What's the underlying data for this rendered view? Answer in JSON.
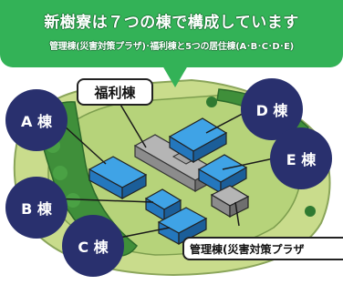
{
  "header": {
    "title": "新樹寮は７つの棟で構成しています",
    "subtitle": "管理棟(災害対策プラザ)･福利棟と5つの居住棟(A･B･C･D･E)"
  },
  "buildings": {
    "a": "A 棟",
    "b": "B 棟",
    "c": "C 棟",
    "d": "D 棟",
    "e": "E 棟",
    "fukuri": "福利棟",
    "kanri": "管理棟(災害対策プラザ"
  },
  "colors": {
    "banner": "#33b257",
    "circle": "#29306e",
    "building_blue": "#2f8fd8",
    "building_gray": "#9a9a9a",
    "ground": "#c7d98a",
    "hedge": "#3f8f3a"
  }
}
